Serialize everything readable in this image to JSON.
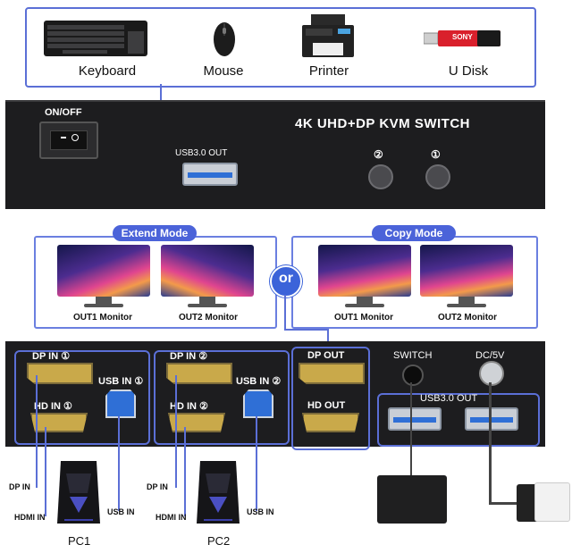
{
  "peripherals": {
    "keyboard": "Keyboard",
    "mouse": "Mouse",
    "printer": "Printer",
    "udisk": "U Disk",
    "udisk_brand": "SONY"
  },
  "front_panel": {
    "power_label": "ON/OFF",
    "title": "4K UHD+DP KVM SWITCH",
    "usb_out_label": "USB3.0 OUT",
    "button_2": "②",
    "button_1": "①"
  },
  "modes": {
    "extend_label": "Extend Mode",
    "copy_label": "Copy Mode",
    "or_label": "or",
    "monitor1": "OUT1 Monitor",
    "monitor2": "OUT2 Monitor"
  },
  "back_panel": {
    "dp_in_1": "DP IN ①",
    "hd_in_1": "HD IN ①",
    "usb_in_1": "USB IN ①",
    "dp_in_2": "DP IN ②",
    "hd_in_2": "HD IN ②",
    "usb_in_2": "USB IN ②",
    "dp_out": "DP OUT",
    "hd_out": "HD OUT",
    "switch": "SWITCH",
    "dc": "DC/5V",
    "usb_out": "USB3.0 OUT"
  },
  "pcs": {
    "dp_in": "DP IN",
    "hdmi_in": "HDMI IN",
    "usb_in": "USB IN",
    "pc1": "PC1",
    "pc2": "PC2"
  },
  "colors": {
    "accent": "#5b6fd6",
    "panel": "#1d1d1f",
    "usb_blue": "#2f6fd6",
    "gold": "#c9a94a"
  }
}
